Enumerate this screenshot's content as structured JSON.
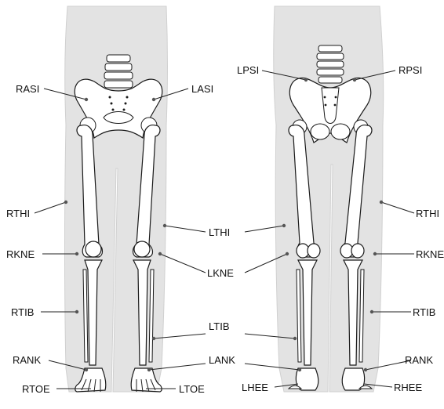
{
  "front_view": {
    "labels": {
      "rasi": "RASI",
      "lasi": "LASI",
      "rthi": "RTHI",
      "lthi": "LTHI",
      "rkne": "RKNE",
      "lkne": "LKNE",
      "rtib": "RTIB",
      "ltib": "LTIB",
      "rank": "RANK",
      "lank": "LANK",
      "rtoe": "RTOE",
      "ltoe": "LTOE"
    }
  },
  "back_view": {
    "labels": {
      "lpsi": "LPSI",
      "rpsi": "RPSI",
      "rthi": "RTHI",
      "rkne": "RKNE",
      "rtib": "RTIB",
      "rank": "RANK",
      "lhee": "LHEE",
      "rhee": "RHEE"
    }
  },
  "colors": {
    "body_silhouette": "#e3e3e3",
    "bone_fill": "#ffffff",
    "bone_outline": "#1a1a1a",
    "marker": "#555555"
  }
}
